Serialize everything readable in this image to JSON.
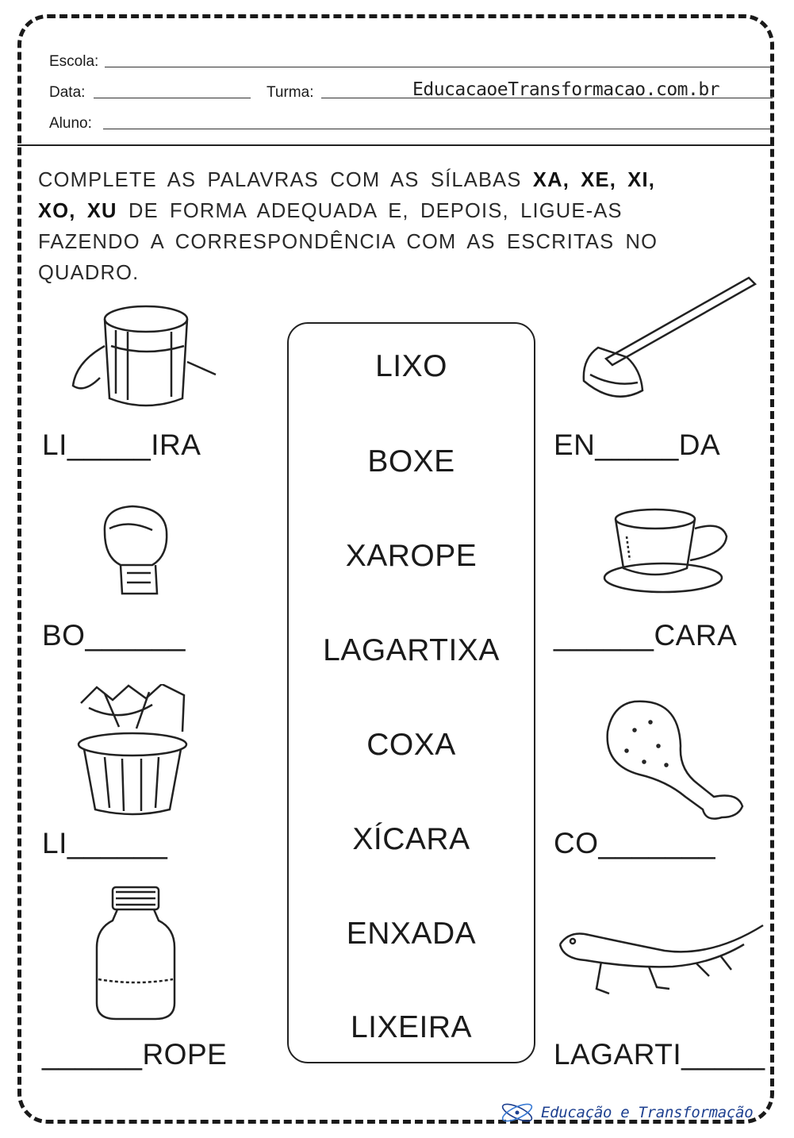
{
  "header": {
    "escola_label": "Escola:",
    "data_label": "Data:",
    "turma_label": "Turma:",
    "aluno_label": "Aluno:",
    "website": "EducacaoeTransformacao.com.br"
  },
  "instruction": {
    "part1": "COMPLETE AS PALAVRAS COM AS SÍLABAS",
    "s1": "XA,",
    "s2": "XE,",
    "s3": "XI,",
    "s4": "XO,",
    "s5": "XU",
    "part2": "DE FORMA ADEQUADA E, DEPOIS, LIGUE-AS FAZENDO A CORRESPONDÊNCIA COM AS ESCRITAS NO QUADRO."
  },
  "left_words": [
    {
      "text": "LI_____IRA",
      "icon": "pot-icon"
    },
    {
      "text": "BO______",
      "icon": "boxing-glove-icon"
    },
    {
      "text": "LI______",
      "icon": "trash-can-icon"
    },
    {
      "text": "______ROPE",
      "icon": "syrup-bottle-icon"
    }
  ],
  "right_words": [
    {
      "text": "EN_____DA",
      "icon": "hoe-icon"
    },
    {
      "text": "______CARA",
      "icon": "teacup-icon"
    },
    {
      "text": "CO_______",
      "icon": "drumstick-icon"
    },
    {
      "text": "LAGARTI_____",
      "icon": "lizard-icon"
    }
  ],
  "options": [
    "LIXO",
    "BOXE",
    "XAROPE",
    "LAGARTIXA",
    "COXA",
    "XÍCARA",
    "ENXADA",
    "LIXEIRA"
  ],
  "footer": {
    "logo_text": "Educação e Transformação",
    "logo_icon": "atom-logo-icon",
    "accent_color": "#1d3f8f"
  }
}
